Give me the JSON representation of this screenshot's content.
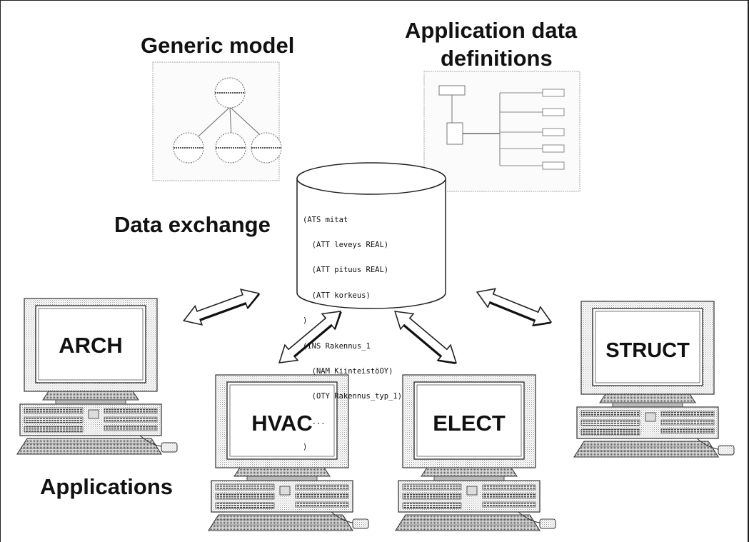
{
  "titles": {
    "generic_model": "Generic model",
    "application_data_line1": "Application data",
    "application_data_line2": "definitions",
    "data_exchange": "Data exchange",
    "applications": "Applications"
  },
  "database": {
    "code_lines": [
      "(ATS mitat",
      "  (ATT leveys REAL)",
      "  (ATT pituus REAL)",
      "  (ATT korkeus)",
      ")",
      "(INS Rakennus_1",
      "  (NAM KiinteistöOY)",
      "  (OTY Rakennus_typ_1)",
      "  ...",
      ")"
    ]
  },
  "computers": [
    {
      "id": "arch",
      "label": "ARCH"
    },
    {
      "id": "hvac",
      "label": "HVAC"
    },
    {
      "id": "elect",
      "label": "ELECT"
    },
    {
      "id": "struct",
      "label": "STRUCT"
    }
  ]
}
